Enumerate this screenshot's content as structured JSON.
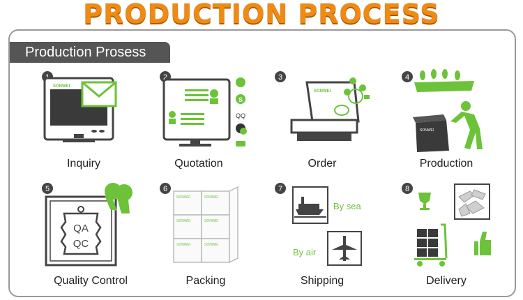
{
  "title": "PRODUCTION PROCESS",
  "header": "Production Prosess",
  "colors": {
    "accent": "#6cc33a",
    "title": "#f08a12",
    "dark": "#555555"
  },
  "steps": [
    {
      "number": "1",
      "label": "Inquiry"
    },
    {
      "number": "2",
      "label": "Quotation",
      "qq": "QQ"
    },
    {
      "number": "3",
      "label": "Order"
    },
    {
      "number": "4",
      "label": "Production"
    },
    {
      "number": "5",
      "label": "Quality Control",
      "stamp_top": "QA",
      "stamp_bottom": "QC"
    },
    {
      "number": "6",
      "label": "Packing"
    },
    {
      "number": "7",
      "label": "Shipping",
      "by_sea": "By sea",
      "by_air": "By air"
    },
    {
      "number": "8",
      "label": "Delivery"
    }
  ],
  "brand": "SONWEI"
}
